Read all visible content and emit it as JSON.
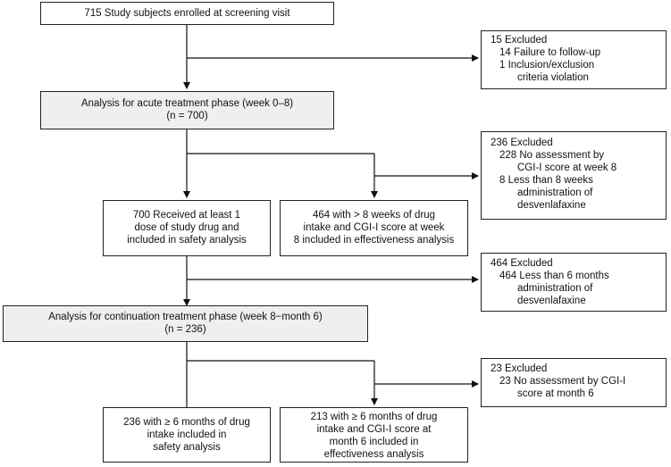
{
  "boxes": {
    "enrolled": {
      "line1": "715 Study subjects enrolled at screening visit"
    },
    "excluded1": {
      "line1": "15 Excluded",
      "line2": "14 Failure to follow-up",
      "line3": "1 Inclusion/exclusion",
      "line4": "criteria violation"
    },
    "acute": {
      "line1": "Analysis for acute treatment phase (week 0–8)",
      "line2": "(n = 700)"
    },
    "excluded2": {
      "line1": "236 Excluded",
      "line2": "228 No assessment by",
      "line3": "CGI-I score at week 8",
      "line4": "8 Less than 8 weeks",
      "line5": "administration of",
      "line6": "desvenlafaxine"
    },
    "safety_acute": {
      "line1": "700 Received at least 1",
      "line2": "dose of study drug and",
      "line3": "included in safety analysis"
    },
    "effect_acute": {
      "line1": "464 with > 8 weeks of drug",
      "line2": "intake and CGI-I score at week",
      "line3": "8 included in effectiveness analysis"
    },
    "excluded3": {
      "line1": "464 Excluded",
      "line2": "464 Less than 6 months",
      "line3": "administration of",
      "line4": "desvenlafaxine"
    },
    "continuation": {
      "line1": "Analysis for continuation treatment phase (week 8−month 6)",
      "line2": "(n = 236)"
    },
    "excluded4": {
      "line1": "23 Excluded",
      "line2": "23 No assessment by CGI-I",
      "line3": "score at month 6"
    },
    "safety_cont": {
      "line1": "236 with ≥ 6 months of drug",
      "line2": "intake included in",
      "line3": "safety analysis"
    },
    "effect_cont": {
      "line1": "213 with ≥ 6 months of drug",
      "line2": "intake and CGI-I score at",
      "line3": "month 6 included in",
      "line4": "effectiveness analysis"
    }
  }
}
